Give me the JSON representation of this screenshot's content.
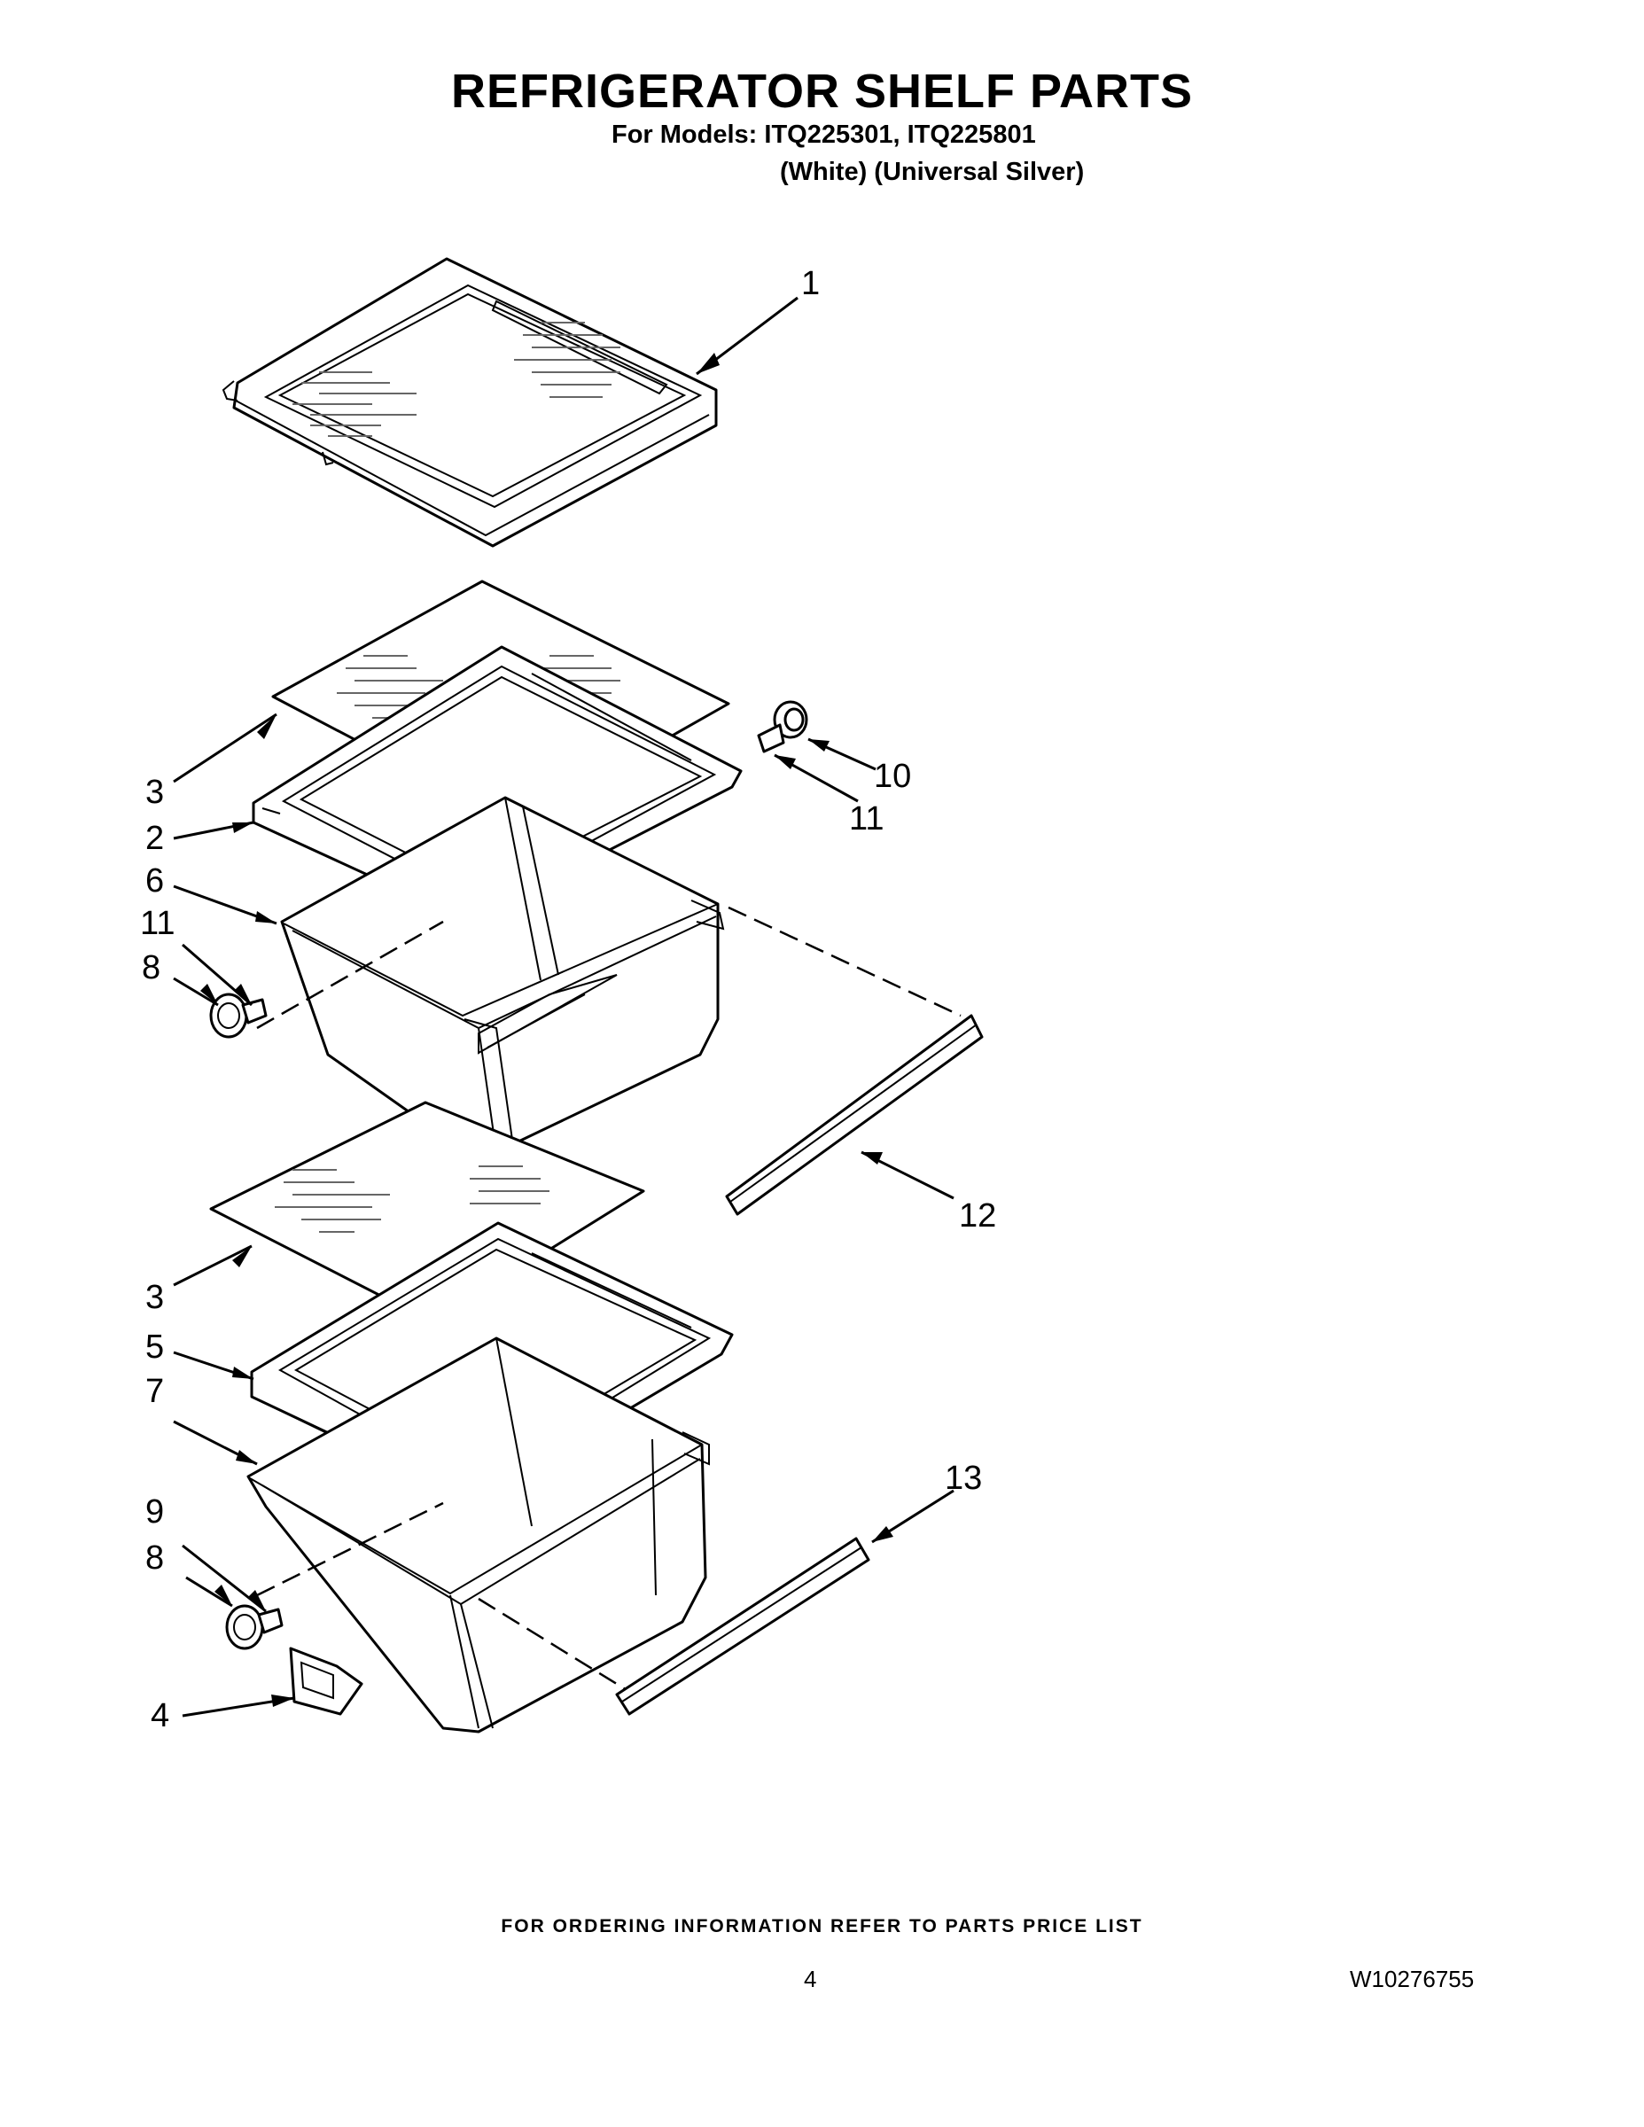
{
  "header": {
    "title": "REFRIGERATOR SHELF PARTS",
    "models_line": "For Models: ITQ225301, ITQ225801",
    "colors_line": "(White) (Universal Silver)"
  },
  "callouts": [
    "1",
    "3",
    "2",
    "6",
    "11",
    "8",
    "10",
    "11",
    "12",
    "3",
    "5",
    "7",
    "9",
    "8",
    "13",
    "4"
  ],
  "footer": {
    "ordering_note": "FOR ORDERING INFORMATION REFER TO PARTS PRICE LIST",
    "page_number": "4",
    "document_number": "W10276755"
  }
}
